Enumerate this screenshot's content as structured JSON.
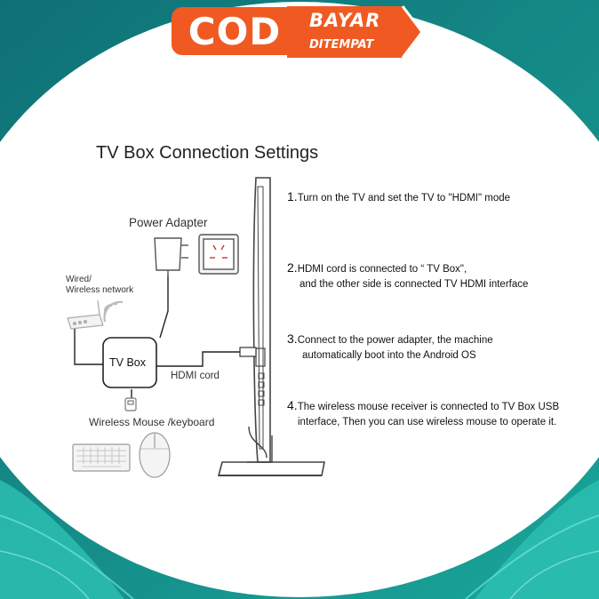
{
  "badge": {
    "cod": "COD",
    "bayar": "BAYAR",
    "ditempat": "DITEMPAT",
    "colors": {
      "orange": "#f05a22",
      "white": "#ffffff"
    }
  },
  "title": "TV Box Connection Settings",
  "labels": {
    "power_adapter": "Power Adapter",
    "wired_line1": "Wired/",
    "wired_line2": "Wireless network",
    "tv_box": "TV Box",
    "hdmi_cord": "HDMI cord",
    "wireless_mouse": "Wireless Mouse /keyboard"
  },
  "steps": [
    {
      "num": "1.",
      "lines": [
        "Turn on the TV and set the TV to \"HDMI\" mode"
      ]
    },
    {
      "num": "2.",
      "lines": [
        "HDMI cord is connected to “ TV Box\",",
        "and the other side is connected TV HDMI interface"
      ]
    },
    {
      "num": "3.",
      "lines": [
        "Connect to the power adapter, the machine",
        "automatically boot into the Android OS"
      ]
    },
    {
      "num": "4.",
      "lines": [
        "The wireless mouse receiver is connected to TV  Box USB",
        "interface, Then you can use wireless mouse to operate it."
      ]
    }
  ],
  "icons": [
    "power-plug-icon",
    "wall-socket-icon",
    "router-icon",
    "wifi-icon",
    "usb-receiver-icon",
    "keyboard-icon",
    "mouse-icon",
    "tv-icon"
  ],
  "background": {
    "frame_color": "#1b8f8a",
    "accent_color": "#37c7b8"
  }
}
